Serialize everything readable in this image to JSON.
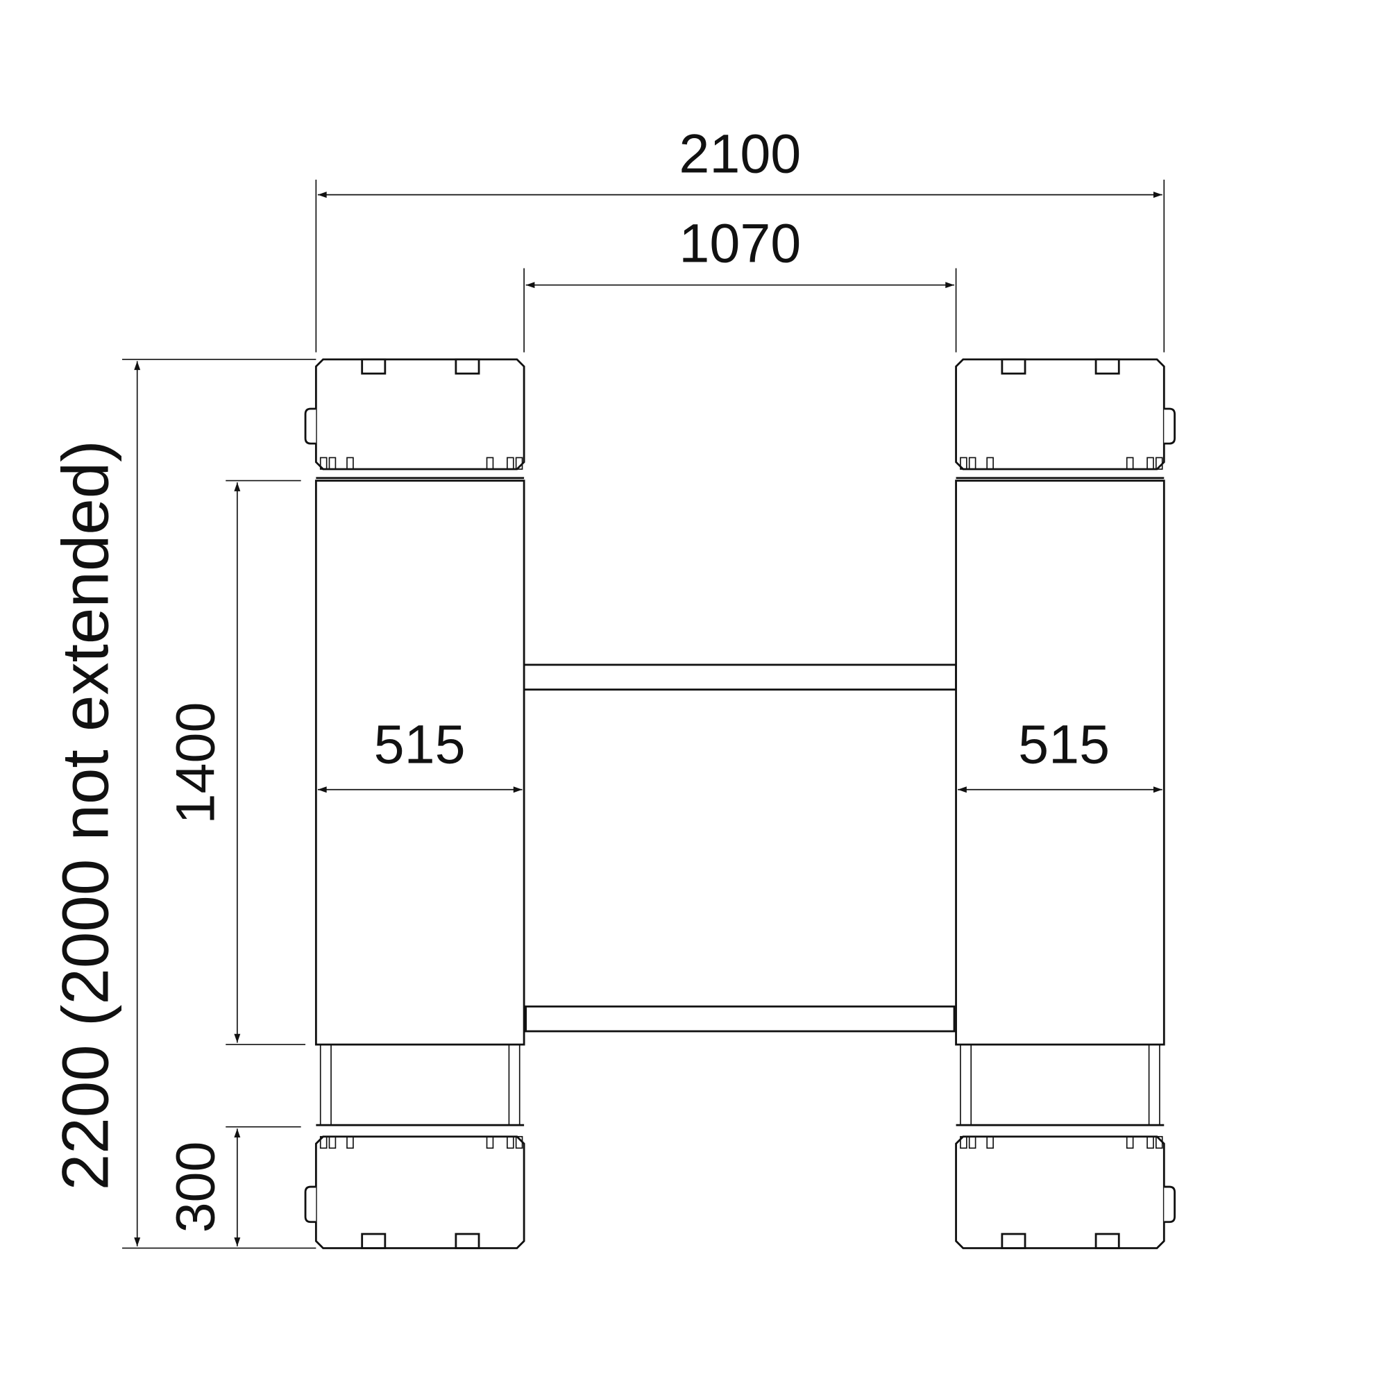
{
  "dimensions": {
    "overall_width": "2100",
    "inner_gap": "1070",
    "left_column_width": "515",
    "right_column_width": "515",
    "column_height": "1400",
    "base_height": "300",
    "overall_height": "2200 (2000 not extended)"
  },
  "colors": {
    "line": "#111111",
    "background": "#ffffff"
  }
}
